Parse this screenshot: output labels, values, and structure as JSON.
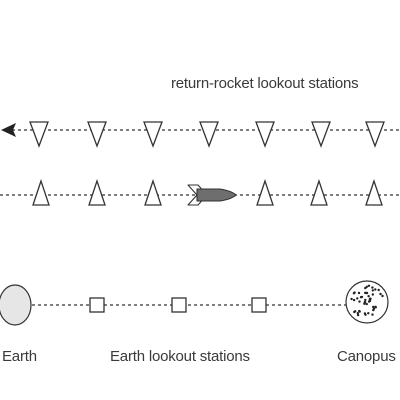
{
  "labels": {
    "return_stations": "return-rocket lookout stations",
    "earth": "Earth",
    "earth_stations": "Earth lookout stations",
    "canopus": "Canopus"
  },
  "colors": {
    "line": "#333333",
    "earth_fill": "#e6e6e6",
    "rocket_fill": "#6e6e6e",
    "text": "#3a3a3a"
  },
  "icons": {
    "return_station": "down-triangle-icon",
    "outbound_station": "up-triangle-icon",
    "earth_station": "square-icon",
    "rocket": "rocket-icon",
    "earth": "earth-circle-icon",
    "canopus": "dotted-star-icon",
    "return_arrow": "left-arrow-icon"
  }
}
